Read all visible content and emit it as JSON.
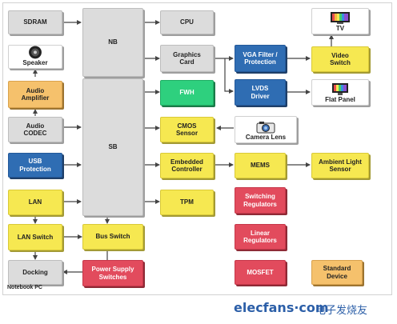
{
  "diagram": {
    "caption": "Notebook PC",
    "watermark": {
      "brand": "elecfans·com",
      "brand_cn": "电子发烧友"
    },
    "blocks": {
      "sdram": "SDRAM",
      "nb": "NB",
      "cpu": "CPU",
      "tv": "TV",
      "speaker": "Speaker",
      "graphics_card": "Graphics\nCard",
      "vga_filter": "VGA Filter /\nProtection",
      "video_switch": "Video\nSwitch",
      "audio_amplifier": "Audio\nAmplifier",
      "lvds_driver": "LVDS\nDriver",
      "flat_panel": "Flat Panel",
      "fwh": "FWH",
      "audio_codec": "Audio\nCODEC",
      "cmos_sensor": "CMOS\nSensor",
      "camera_lens": "Camera Lens",
      "sb": "SB",
      "usb_protection": "USB\nProtection",
      "embedded_controller": "Embedded\nController",
      "mems": "MEMS",
      "ambient_light_sensor": "Ambient Light\nSensor",
      "lan": "LAN",
      "tpm": "TPM",
      "switching_regulators": "Switching\nRegulators",
      "lan_switch": "LAN Switch",
      "bus_switch": "Bus Switch",
      "linear_regulators": "Linear\nRegulators",
      "docking": "Docking",
      "power_supply_switches": "Power Supply\nSwitches",
      "mosfet": "MOSFET",
      "standard_device": "Standard\nDevice"
    },
    "colors": {
      "gray": "#dcdcdc",
      "yellow": "#f6e851",
      "blue": "#2f6db3",
      "green": "#2ed07e",
      "red": "#e24b5d",
      "orange": "#f5c16c",
      "wire": "#444444",
      "brand": "#2c5fa8"
    }
  }
}
